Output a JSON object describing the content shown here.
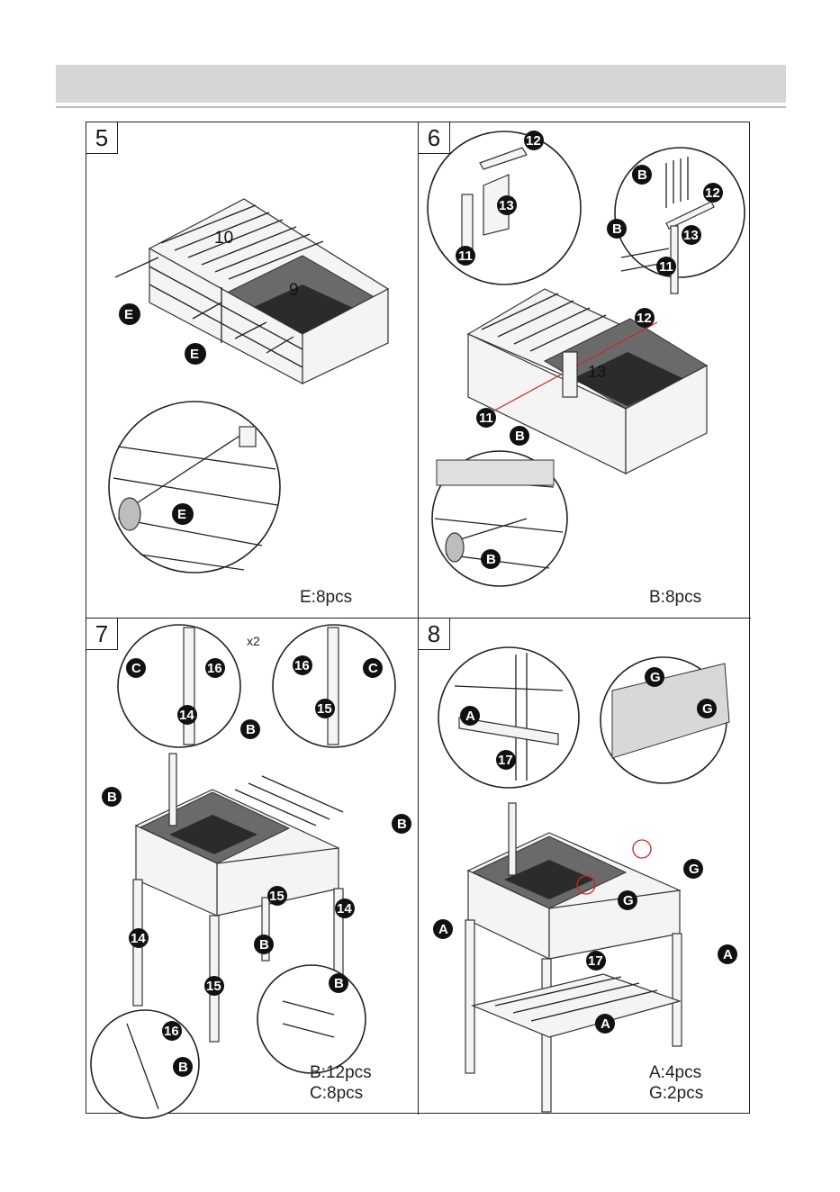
{
  "page": {
    "header_text": ""
  },
  "steps": [
    {
      "number": "5",
      "quantities": [
        "E:8pcs"
      ],
      "labels": [
        "10",
        "9",
        "E",
        "E",
        "E"
      ]
    },
    {
      "number": "6",
      "quantities": [
        "B:8pcs"
      ],
      "labels": [
        "12",
        "13",
        "11",
        "B",
        "12",
        "B",
        "13",
        "11",
        "12",
        "13",
        "11",
        "B",
        "B"
      ]
    },
    {
      "number": "7",
      "quantities": [
        "B:12pcs",
        "C:8pcs"
      ],
      "multiplier": "x2",
      "labels": [
        "C",
        "16",
        "14",
        "16",
        "C",
        "15",
        "B",
        "B",
        "B",
        "15",
        "14",
        "14",
        "B",
        "15",
        "16",
        "B",
        "B"
      ]
    },
    {
      "number": "8",
      "quantities": [
        "A:4pcs",
        "G:2pcs"
      ],
      "labels": [
        "A",
        "17",
        "G",
        "G",
        "G",
        "G",
        "A",
        "17",
        "A",
        "A"
      ]
    }
  ],
  "colors": {
    "label_fill": "#111111",
    "header_bar": "#d6d6d6",
    "highlight": "#d22222"
  }
}
